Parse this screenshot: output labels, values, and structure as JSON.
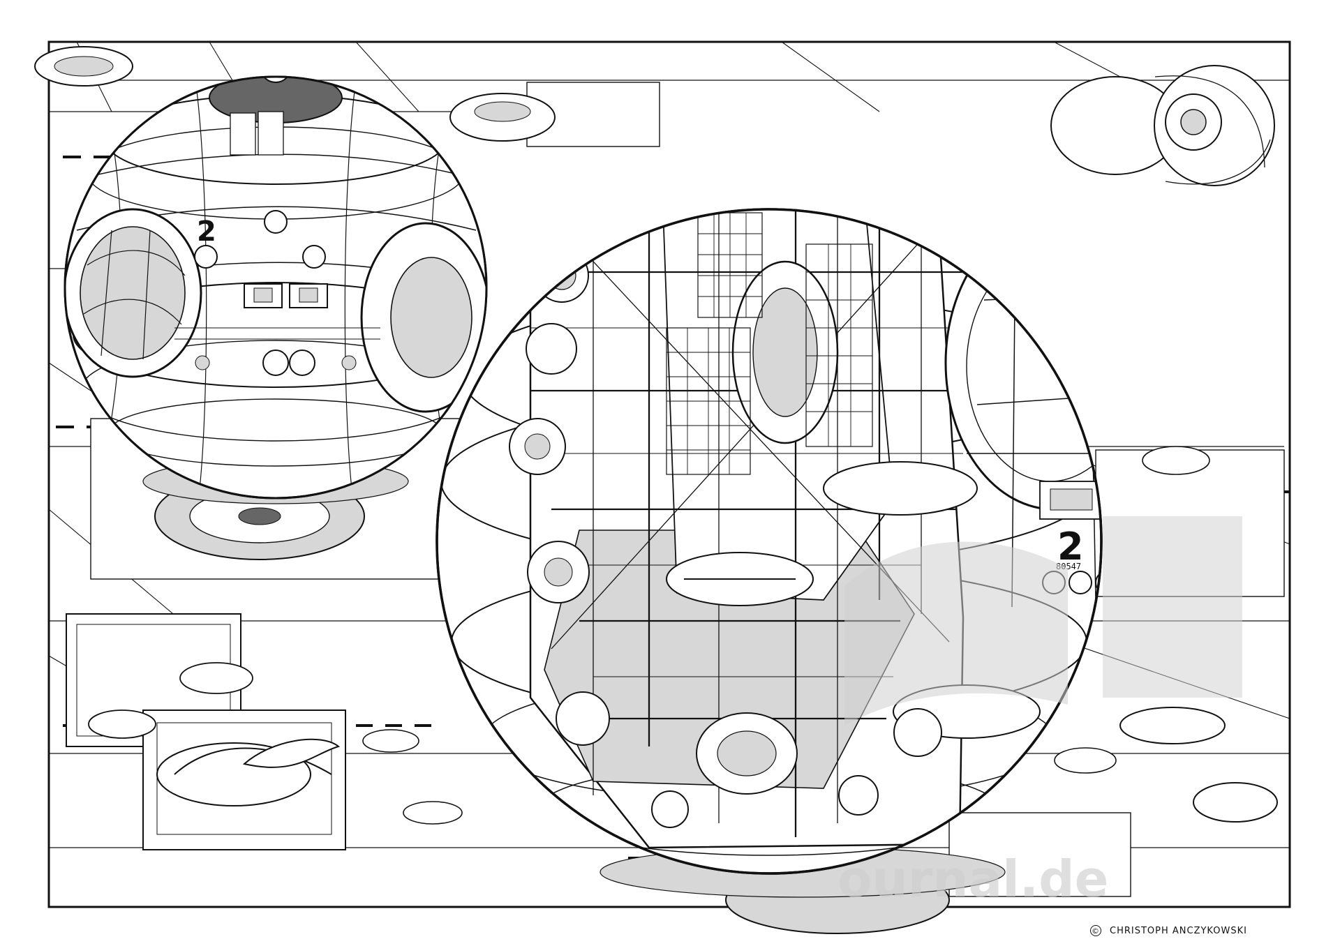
{
  "artwork": {
    "hull_marking_left": "2",
    "hull_marking_right": "2",
    "serial_right": "80547",
    "watermark_text": "ournal.de"
  },
  "signature": {
    "copyright_symbol": "©",
    "artist": "CHRISTOPH ANCZYKOWSKI"
  },
  "icons": {
    "copyright": "copyright-icon"
  }
}
